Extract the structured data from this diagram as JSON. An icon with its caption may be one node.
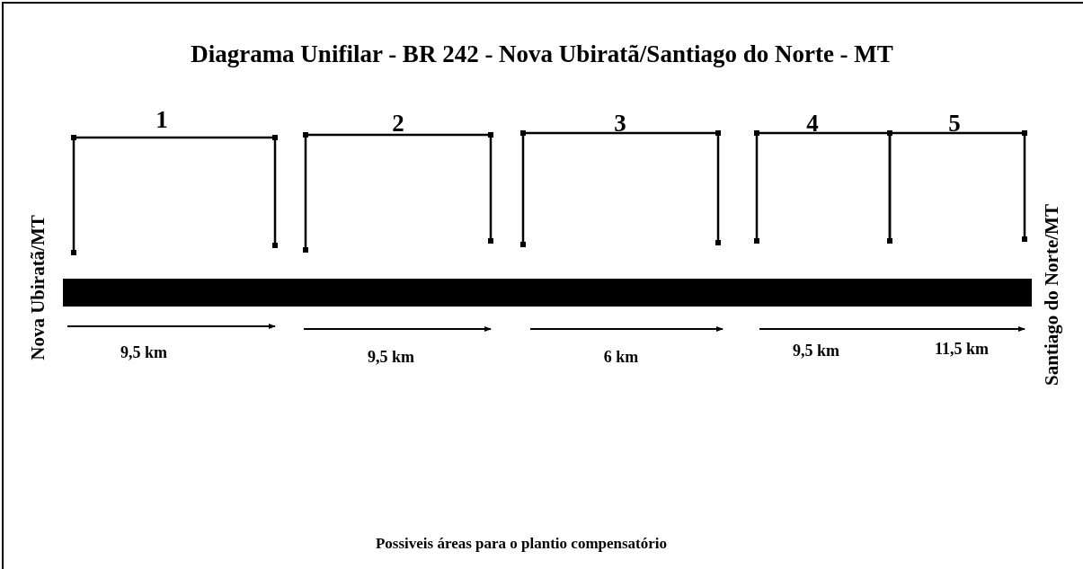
{
  "diagram": {
    "title": "Diagrama Unifilar - BR 242 - Nova Ubiratã/Santiago do Norte - MT",
    "caption": "Possiveis áreas para o plantio compensatório",
    "nodes": [
      {
        "text": [],
        "shape": "bar"
      }
    ],
    "labels": [
      "Nova Ubiratã/MT",
      "1",
      "2",
      "3",
      "4",
      "5",
      "Santiago do Norte/MT",
      "9,5 km",
      "9,5 km",
      "6 km",
      "9,5 km",
      "11,5 km"
    ]
  }
}
